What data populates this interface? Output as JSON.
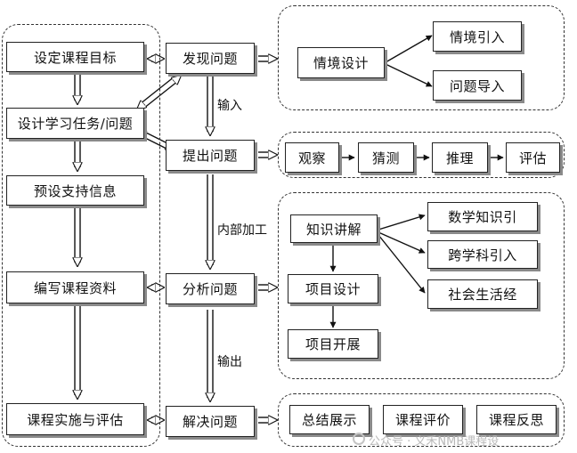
{
  "course_design": {
    "set_goals": "设定课程目标",
    "design_tasks": "设计学习任务/问题",
    "preset_support": "预设支持信息",
    "write_materials": "编写课程资料",
    "implement_evaluate": "课程实施与评估"
  },
  "problem_flow": {
    "discover": "发现问题",
    "raise": "提出问题",
    "analyze": "分析问题",
    "solve": "解决问题",
    "label_input": "输入",
    "label_internal": "内部加工",
    "label_output": "输出"
  },
  "discover_detail": {
    "situation_design": "情境设计",
    "situation_intro": "情境引入",
    "problem_intro": "问题导入"
  },
  "raise_detail": {
    "observe": "观察",
    "guess": "猜测",
    "reason": "推理",
    "evaluate": "评估"
  },
  "analyze_detail": {
    "knowledge_lecture": "知识讲解",
    "project_design": "项目设计",
    "project_develop": "项目开展",
    "math_knowledge": "数学知识引",
    "cross_discipline": "跨学科引入",
    "social_life": "社会生活经"
  },
  "solve_detail": {
    "summary": "总结展示",
    "course_evaluation": "课程评价",
    "course_reflection": "课程反思"
  },
  "watermark": "公众号 · 义禾NMB课程设"
}
